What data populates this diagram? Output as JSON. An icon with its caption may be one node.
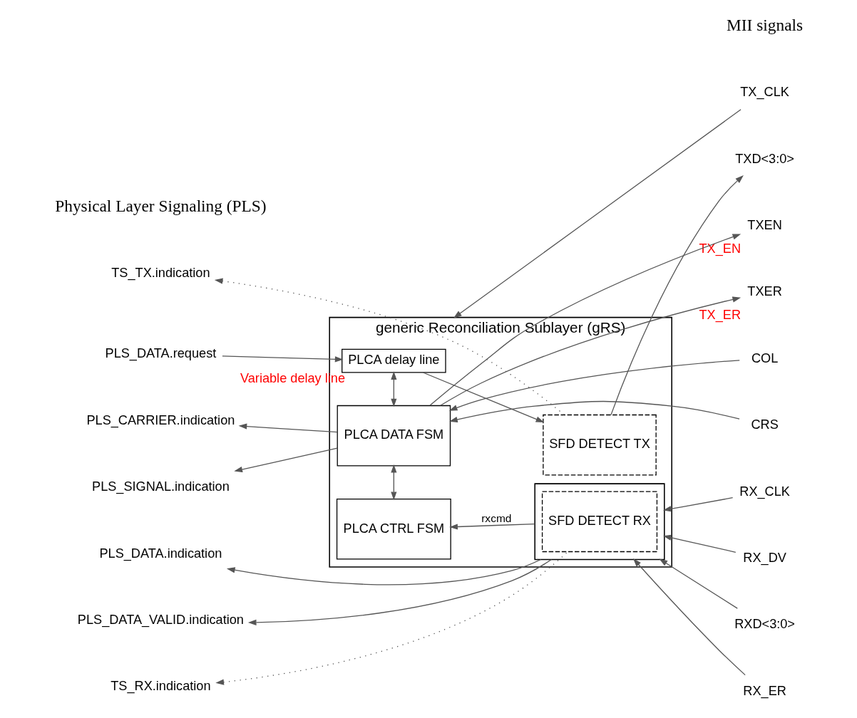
{
  "diagram": {
    "nodes": [
      {
        "text": [
          "generic Reconciliation Sublayer (gRS)"
        ]
      },
      {
        "text": [
          "PLCA delay line"
        ],
        "in": 0,
        "beside": [
          "Variable delay line"
        ]
      },
      {
        "text": [
          "SFD DETECT TX"
        ],
        "in": 0
      },
      {
        "text": [
          "PLCA DATA FSM"
        ],
        "in": 0
      },
      {
        "text": [
          "PLCA CTRL FSM"
        ],
        "in": 0
      },
      {
        "text": [],
        "shape": "box",
        "in": 0
      },
      {
        "text": [
          "SFD DETECT RX"
        ],
        "in": 5
      },
      {
        "text": [
          "TS_TX.indication"
        ]
      },
      {
        "text": [
          "PLS_DATA.request"
        ]
      },
      {
        "text": [
          "PLS_CARRIER.indication"
        ]
      },
      {
        "text": [
          "PLS_SIGNAL.indication"
        ]
      },
      {
        "text": [
          "PLS_DATA.indication"
        ]
      },
      {
        "text": [
          "PLS_DATA_VALID.indication"
        ]
      },
      {
        "text": [
          "TS_RX.indication"
        ]
      },
      {
        "text": [
          "TX_CLK"
        ]
      },
      {
        "text": [
          "TXD<3:0>"
        ]
      },
      {
        "text": [
          "TXEN"
        ],
        "beside": [
          "TX_EN"
        ]
      },
      {
        "text": [
          "TXER"
        ],
        "beside": [
          "TX_ER"
        ]
      },
      {
        "text": [
          "COL"
        ]
      },
      {
        "text": [
          "CRS"
        ]
      },
      {
        "text": [
          "RX_CLK"
        ]
      },
      {
        "text": [
          "RX_DV"
        ]
      },
      {
        "text": [
          "RXD<3:0>"
        ]
      },
      {
        "text": [
          "RX_ER"
        ]
      }
    ],
    "edges": [
      {
        "from": 2,
        "to": 7,
        "arrow": "to",
        "style": "dashed"
      },
      {
        "from": 8,
        "to": 1,
        "arrow": "to"
      },
      {
        "from": 1,
        "to": 2,
        "arrow": "to"
      },
      {
        "from": 1,
        "to": 3,
        "arrow": "both"
      },
      {
        "from": 2,
        "to": 15,
        "arrow": "to"
      },
      {
        "from": 3,
        "to": 9,
        "arrow": "to"
      },
      {
        "from": 3,
        "to": 10,
        "arrow": "to"
      },
      {
        "from": 3,
        "to": 16,
        "arrow": "to"
      },
      {
        "from": 3,
        "to": 17,
        "arrow": "to"
      },
      {
        "from": 18,
        "to": 3,
        "arrow": "to"
      },
      {
        "from": 19,
        "to": 3,
        "arrow": "to"
      },
      {
        "from": 3,
        "to": 4,
        "arrow": "both"
      },
      {
        "from": 5,
        "to": 4,
        "arrow": "to",
        "label": "rxcmd"
      },
      {
        "from": 5,
        "to": 11,
        "arrow": "to"
      },
      {
        "from": 5,
        "to": 12,
        "arrow": "to"
      },
      {
        "from": 6,
        "to": 13,
        "arrow": "to",
        "style": "dashed"
      },
      {
        "from": 14,
        "to": 0,
        "arrow": "to"
      },
      {
        "from": 20,
        "to": 5,
        "arrow": "to"
      },
      {
        "from": 21,
        "to": 5,
        "arrow": "to"
      },
      {
        "from": 22,
        "to": 5,
        "arrow": "to"
      },
      {
        "from": 23,
        "to": 5,
        "arrow": "to"
      }
    ],
    "labels": [
      "Physical Layer Signaling (PLS)",
      "MII signals"
    ]
  }
}
